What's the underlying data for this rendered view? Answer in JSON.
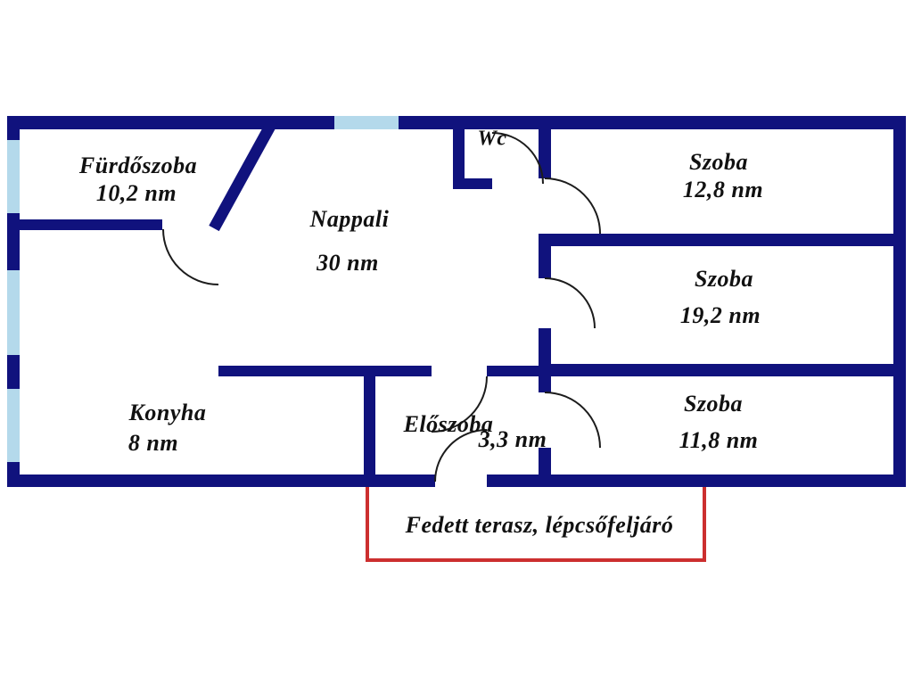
{
  "floorplan": {
    "rooms": [
      {
        "name": "Fürdőszoba",
        "area": "10,2 nm"
      },
      {
        "name": "Nappali",
        "area": "30 nm"
      },
      {
        "name": "Wc",
        "area": ""
      },
      {
        "name": "Szoba",
        "area": "12,8 nm"
      },
      {
        "name": "Szoba",
        "area": "19,2 nm"
      },
      {
        "name": "Szoba",
        "area": "11,8 nm"
      },
      {
        "name": "Konyha",
        "area": "8 nm"
      },
      {
        "name": "Előszoba",
        "area": "3,3 nm"
      }
    ],
    "terrace": {
      "label": "Fedett terasz, lépcsőfeljáró"
    },
    "colors": {
      "wall": "#10127d",
      "window": "#b4d9eb",
      "terrace_outline": "#cc2f2f",
      "text": "#111111",
      "background": "#ffffff"
    }
  }
}
